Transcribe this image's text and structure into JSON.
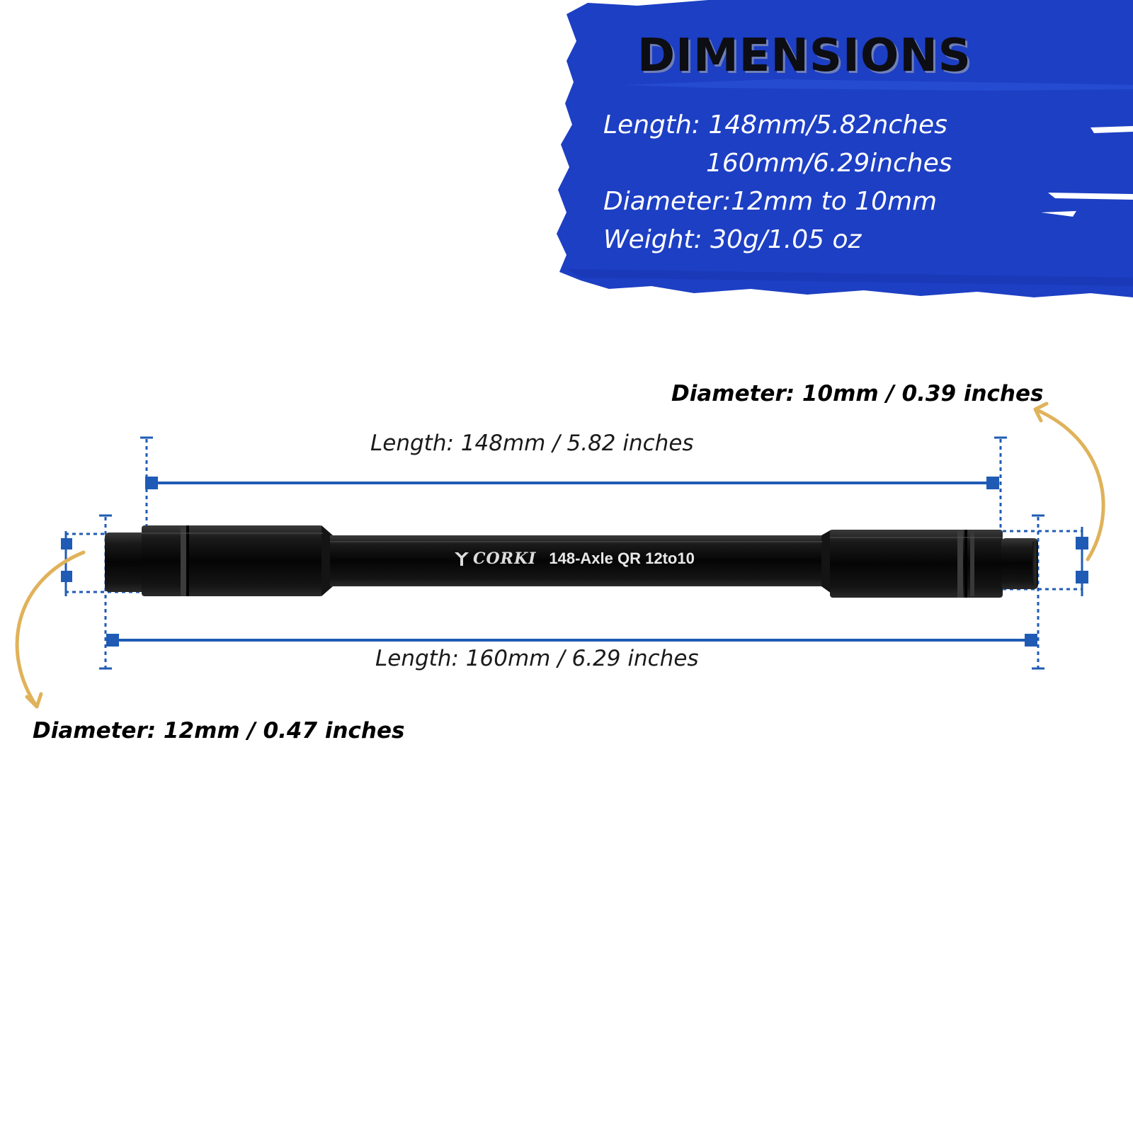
{
  "banner": {
    "title": "DIMENSIONS",
    "specs": {
      "length_line_1": "Length: 148mm/5.82nches",
      "length_line_2": "160mm/6.29inches",
      "diameter": "Diameter:12mm to 10mm",
      "weight": "Weight: 30g/1.05 oz"
    },
    "color": "#1d3fc4"
  },
  "diagram": {
    "length_148_label": "Length: 148mm / 5.82 inches",
    "length_160_label": "Length: 160mm / 6.29 inches",
    "diameter_10_label": "Diameter: 10mm / 0.39 inches",
    "diameter_12_label": "Diameter: 12mm / 0.47 inches",
    "dimension_line_color": "#1f5bb5",
    "arrow_color": "#e0b25a"
  },
  "product": {
    "brand": "CORKI",
    "model_print": "148-Axle QR 12to10",
    "body_color": "#0c0c0c"
  }
}
